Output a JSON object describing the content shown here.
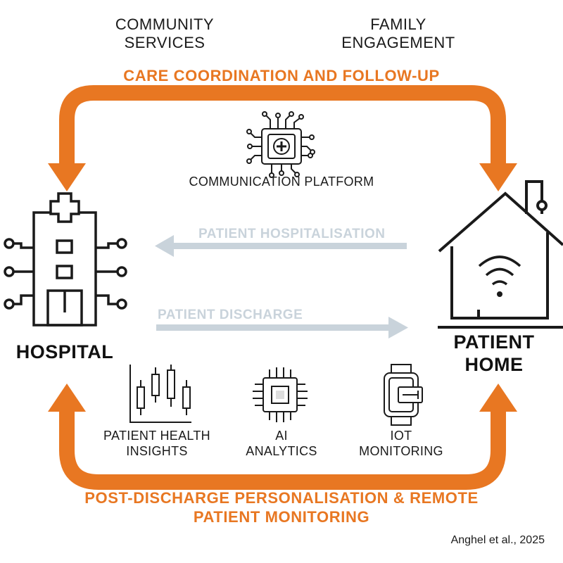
{
  "top_labels": {
    "community_services": [
      "COMMUNITY",
      "SERVICES"
    ],
    "family_engagement": [
      "FAMILY",
      "ENGAGEMENT"
    ]
  },
  "loops": {
    "top": "CARE COORDINATION AND FOLLOW-UP",
    "bottom": [
      "POST-DISCHARGE PERSONALISATION & REMOTE",
      "PATIENT MONITORING"
    ]
  },
  "communication_platform": "COMMUNICATION PLATFORM",
  "flows": {
    "hospitalisation": "PATIENT HOSPITALISATION",
    "discharge": "PATIENT DISCHARGE"
  },
  "nodes": {
    "hospital": "HOSPITAL",
    "patient_home": [
      "PATIENT",
      "HOME"
    ]
  },
  "tools": [
    {
      "icon": "candlestick-chart-icon",
      "label": [
        "PATIENT HEALTH",
        "INSIGHTS"
      ]
    },
    {
      "icon": "ai-chip-icon",
      "label": [
        "AI",
        "ANALYTICS"
      ]
    },
    {
      "icon": "smartwatch-icon",
      "label": [
        "IOT",
        "MONITORING"
      ]
    }
  ],
  "citation": "Anghel et al., 2025",
  "colors": {
    "orange": "#e87722",
    "flow_arrow": "#c9d3db",
    "ink": "#1a1a1a"
  }
}
